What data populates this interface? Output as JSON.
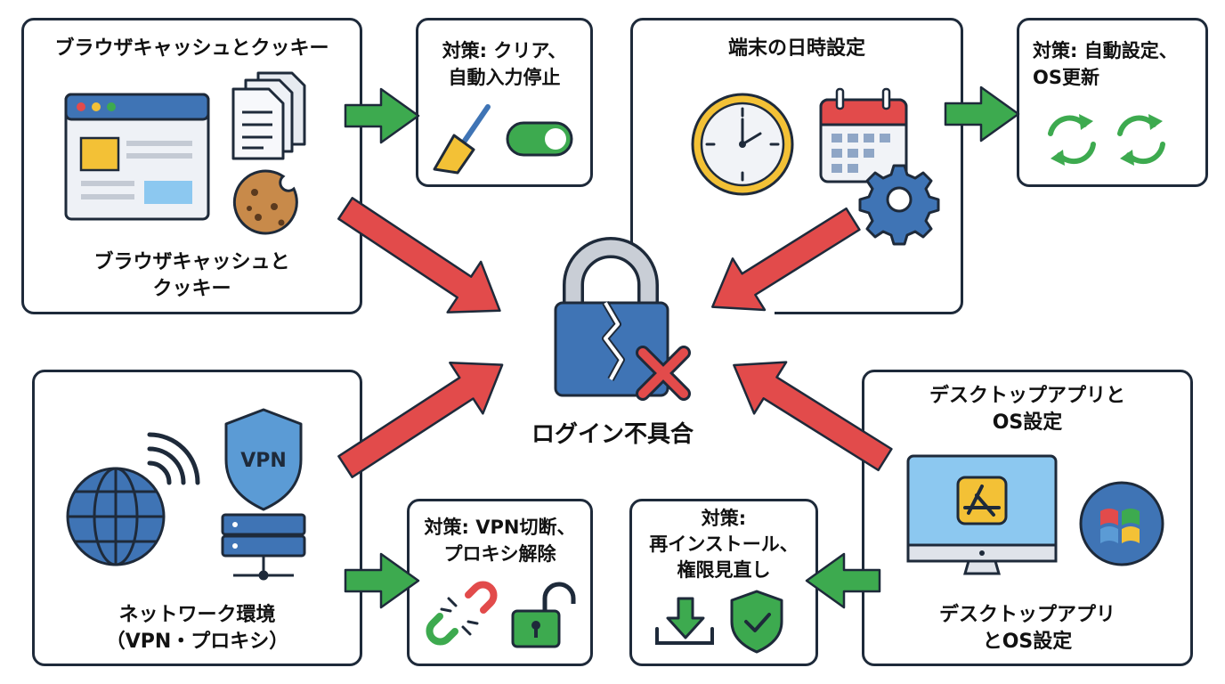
{
  "title": "",
  "panels": {
    "browser": {
      "heading": "ブラウザキャッシュとクッキー",
      "caption": "ブラウザキャッシュと\nクッキー"
    },
    "browser_fix": {
      "text": "対策: クリア、\n自動入力停止"
    },
    "datetime": {
      "heading": "端末の日時設定"
    },
    "datetime_fix": {
      "text": "対策: 自動設定、\nOS更新"
    },
    "network": {
      "caption": "ネットワーク環境\n（VPN・プロキシ）",
      "shield_text": "VPN"
    },
    "network_fix": {
      "text": "対策: VPN切断、\nプロキシ解除"
    },
    "desktop": {
      "heading": "デスクトップアプリと\nOS設定",
      "caption": "デスクトップアプリ\nとOS設定"
    },
    "desktop_fix": {
      "text": "対策:\n再インストール、\n権限見直し"
    }
  },
  "center": {
    "label": "ログイン不具合"
  },
  "colors": {
    "border": "#1e2a3a",
    "red_arrow": "#e24b4b",
    "green_arrow": "#3daa4f",
    "lock_blue": "#3f74b5",
    "shackle_gray": "#c9ced6",
    "toggle_green": "#3daa4f"
  },
  "icons": [
    "browser-window-icon",
    "documents-icon",
    "cookie-icon",
    "broom-icon",
    "toggle-switch-icon",
    "clock-icon",
    "calendar-icon",
    "gear-icon",
    "sync-icon",
    "globe-icon",
    "wifi-icon",
    "vpn-shield-icon",
    "server-icon",
    "broken-link-icon",
    "unlocked-padlock-icon",
    "download-icon",
    "check-shield-icon",
    "monitor-icon",
    "app-store-icon",
    "windows-logo-icon",
    "broken-lock-icon",
    "error-x-icon"
  ]
}
